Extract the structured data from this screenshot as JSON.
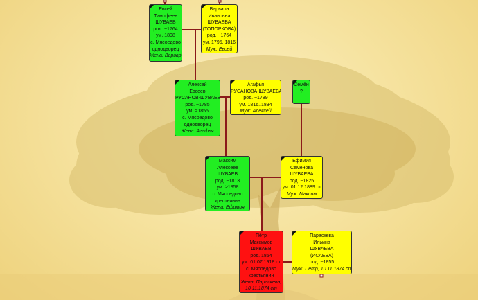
{
  "colors": {
    "male": "#22ee22",
    "female": "#ffff00",
    "selected": "#ff1111",
    "link": "#8b1a1a"
  },
  "cards": {
    "evsey": {
      "lines": [
        "Евсей",
        "Тимофеев",
        "ШУВАЕВ",
        "род. ~1764",
        "ум. 1808",
        "с. Мясоедово",
        "однодворец"
      ],
      "spouse": "Жена: Варвара"
    },
    "varvara": {
      "lines": [
        "Варвара",
        "Ивановна",
        "ШУВАЕВА",
        "(ТОПОРКОВА)",
        "род. ~1764",
        "ум. 1795..1816"
      ],
      "spouse": "Муж: Евсей"
    },
    "aleksey": {
      "lines": [
        "Алексей",
        "Евсеев",
        "РУСАНОВ-ШУВАЕВ",
        "род. ~1785",
        "ум. >1855",
        "с. Мясоедово",
        "однодворец"
      ],
      "spouse": "Жена: Агафья"
    },
    "agafya": {
      "lines": [
        "Агафья",
        "РУСАНОВА-ШУВАЕВА",
        "род. ~1789",
        "ум. 1816..1834"
      ],
      "spouse": "Муж: Алексей"
    },
    "semen": {
      "lines": [
        "Семён",
        "?"
      ],
      "spouse": ""
    },
    "maksim": {
      "lines": [
        "Максим",
        "Алексеев",
        "ШУВАЕВ",
        "род. ~1813",
        "ум. >1858",
        "с. Мясоедово",
        "крестьянин"
      ],
      "spouse": "Жена: Ефимия"
    },
    "efimiya": {
      "lines": [
        "Ефимия",
        "Семёнова",
        "ШУВАЕВА",
        "род. ~1825",
        "ум. 01.12.1889 ст"
      ],
      "spouse": "Муж: Максим"
    },
    "petr": {
      "lines": [
        "Пётр",
        "Максимов",
        "ШУВАЕВ",
        "род. 1854",
        "ум. 01.07.1918 ст",
        "с. Мясоедово",
        "крестьянин"
      ],
      "spouse": "Жена: Параскева, 10.11.1874 ст"
    },
    "paraskeva": {
      "lines": [
        "Параскева",
        "Ильина",
        "ШУВАЕВА",
        "(ИСАЕВА)",
        "род. ~1855"
      ],
      "spouse": "Муж: Пётр, 10.11.1874 ст"
    }
  }
}
